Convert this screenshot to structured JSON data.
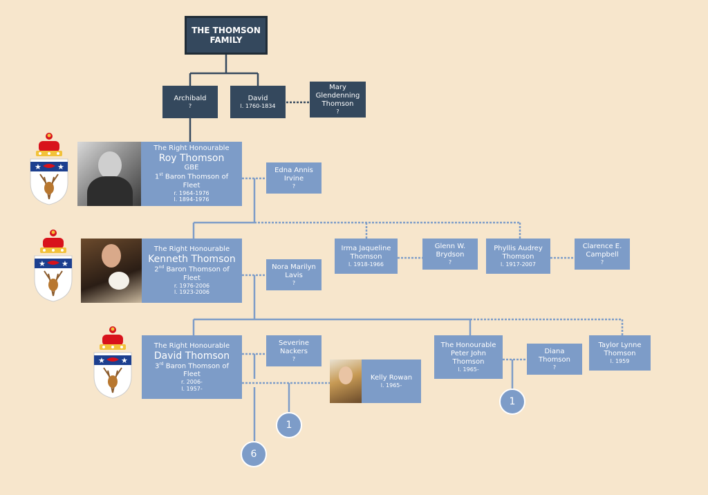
{
  "title": {
    "line1": "THE THOMSON",
    "line2": "FAMILY"
  },
  "nodes": {
    "archibald": {
      "name": "Archibald",
      "life": "?"
    },
    "david_1760": {
      "name": "David",
      "life": "l. 1760-1834"
    },
    "mary": {
      "line1": "Mary",
      "line2": "Glendenning",
      "line3": "Thomson",
      "life": "?"
    },
    "roy": {
      "honorific": "The Right Honourable",
      "name": "Roy Thomson",
      "award": "GBE",
      "ordinal": "1",
      "ordinal_suffix": "st",
      "title": "Baron Thomson of",
      "title2": "Fleet",
      "reign": "r. 1964-1976",
      "life": "l. 1894-1976"
    },
    "edna": {
      "line1": "Edna Annis",
      "line2": "Irvine",
      "life": "?"
    },
    "kenneth": {
      "honorific": "The Right Honourable",
      "name": "Kenneth Thomson",
      "ordinal": "2",
      "ordinal_suffix": "nd",
      "title": "Baron Thomson of",
      "title2": "Fleet",
      "reign": "r. 1976-2006",
      "life": "l. 1923-2006"
    },
    "nora": {
      "line1": "Nora Marilyn",
      "line2": "Lavis",
      "life": "?"
    },
    "irma": {
      "line1": "Irma Jaqueline",
      "line2": "Thomson",
      "life": "l. 1918-1966"
    },
    "glenn": {
      "line1": "Glenn W.",
      "line2": "Brydson",
      "life": "?"
    },
    "phyllis": {
      "line1": "Phyllis Audrey",
      "line2": "Thomson",
      "life": "l. 1917-2007"
    },
    "clarence": {
      "line1": "Clarence E.",
      "line2": "Campbell",
      "life": "?"
    },
    "david_3rd": {
      "honorific": "The Right Honourable",
      "name": "David Thomson",
      "ordinal": "3",
      "ordinal_suffix": "rd",
      "title": "Baron Thomson of",
      "title2": "Fleet",
      "reign": "r. 2006-",
      "life": "l. 1957-"
    },
    "severine": {
      "line1": "Severine",
      "line2": "Nackers",
      "life": "?"
    },
    "kelly": {
      "name": "Kelly Rowan",
      "life": "l. 1965-"
    },
    "peter": {
      "line1": "The Honourable",
      "line2": "Peter John",
      "line3": "Thomson",
      "life": "l. 1965-"
    },
    "diana": {
      "line1": "Diana",
      "line2": "Thomson",
      "life": "?"
    },
    "taylor": {
      "line1": "Taylor Lynne",
      "line2": "Thomson",
      "life": "l. 1959"
    }
  },
  "counts": {
    "david_kelly_children": "1",
    "david_children": "6",
    "peter_children": "1"
  },
  "colors": {
    "background": "#f7e6cc",
    "dark_box": "#34485d",
    "light_box": "#7d9cc8",
    "line": "#7d9cc8",
    "root_line": "#34485d"
  }
}
